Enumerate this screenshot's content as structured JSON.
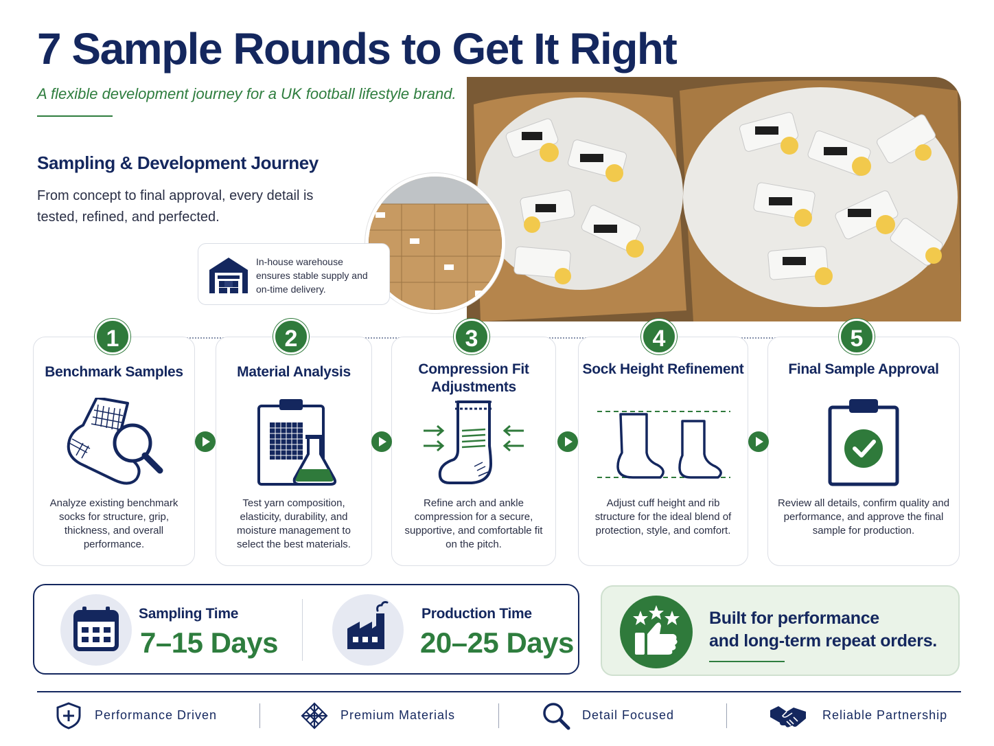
{
  "header": {
    "title": "7 Sample Rounds to Get It Right",
    "subtitle": "A flexible development journey for a UK football lifestyle brand."
  },
  "intro": {
    "section_title": "Sampling & Development Journey",
    "description": "From concept to final approval, every detail is tested, refined, and perfected.",
    "warehouse_note": "In-house warehouse ensures stable supply and on-time delivery."
  },
  "steps": [
    {
      "number": "1",
      "title": "Benchmark Samples",
      "description": "Analyze existing benchmark socks for structure, grip, thickness, and overall performance.",
      "icon": "sock-magnifier-icon"
    },
    {
      "number": "2",
      "title": "Material Analysis",
      "description": "Test yarn composition, elasticity, durability, and moisture management to select the best materials.",
      "icon": "clipboard-flask-icon"
    },
    {
      "number": "3",
      "title": "Compression Fit Adjustments",
      "description": "Refine arch and ankle compression for a secure, supportive, and comfortable fit on the pitch.",
      "icon": "compression-sock-icon"
    },
    {
      "number": "4",
      "title": "Sock Height Refinement",
      "description": "Adjust cuff height and rib structure for the ideal blend of protection, style, and comfort.",
      "icon": "sock-height-icon"
    },
    {
      "number": "5",
      "title": "Final Sample Approval",
      "description": "Review all details, confirm quality and performance, and approve the final sample for production.",
      "icon": "clipboard-check-icon"
    }
  ],
  "timing": {
    "sampling": {
      "label": "Sampling Time",
      "value": "7–15 Days",
      "icon": "calendar-icon"
    },
    "production": {
      "label": "Production Time",
      "value": "20–25 Days",
      "icon": "factory-icon"
    }
  },
  "promise": {
    "line1": "Built for performance",
    "line2": "and long-term repeat orders.",
    "icon": "thumbs-up-stars-icon"
  },
  "footer": [
    {
      "label": "Performance Driven",
      "icon": "shield-plus-icon"
    },
    {
      "label": "Premium Materials",
      "icon": "fabric-weave-icon"
    },
    {
      "label": "Detail Focused",
      "icon": "magnifier-icon"
    },
    {
      "label": "Reliable Partnership",
      "icon": "handshake-icon"
    }
  ],
  "colors": {
    "navy": "#14275e",
    "green": "#2e7d3e",
    "light_green": "#eaf3e8"
  }
}
